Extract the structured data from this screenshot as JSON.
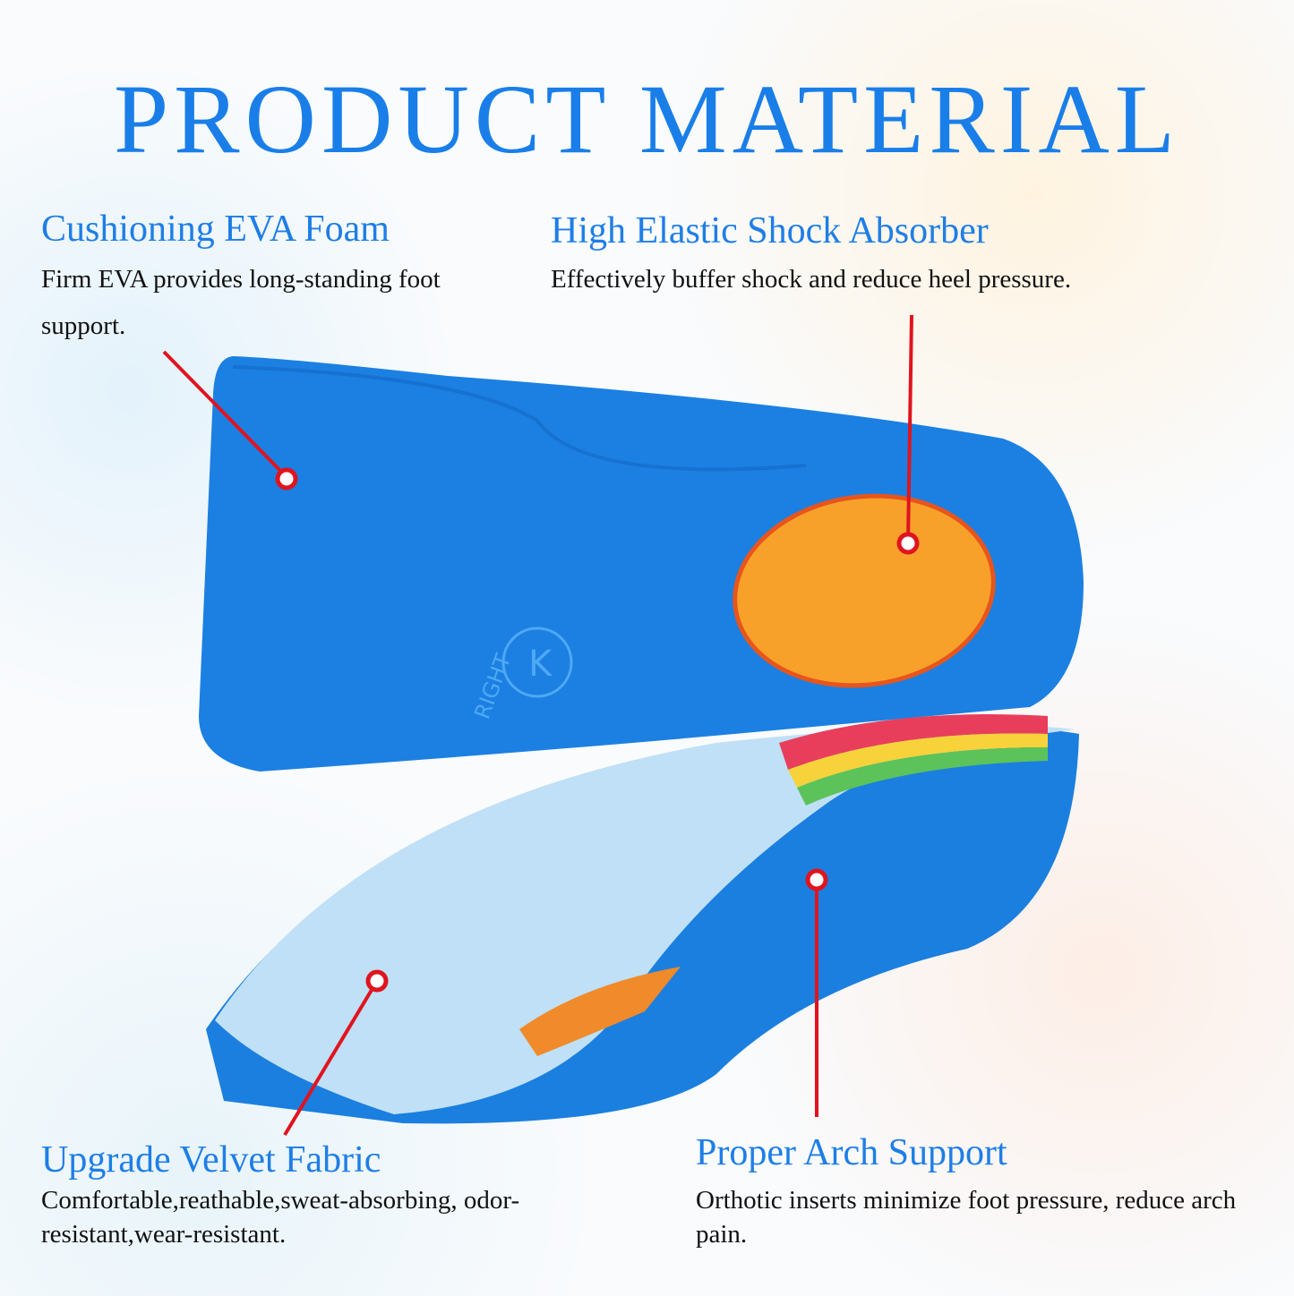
{
  "title": "PRODUCT MATERIAL",
  "features": [
    {
      "heading": "Cushioning EVA Foam",
      "text": "Firm EVA provides long-standing foot support."
    },
    {
      "heading": "High Elastic Shock Absorber",
      "text": "Effectively buffer shock and reduce heel pressure."
    },
    {
      "heading": "Upgrade Velvet Fabric",
      "text": "Comfortable,reathable,sweat-absorbing, odor-resistant,wear-resistant."
    },
    {
      "heading": "Proper Arch Support",
      "text": "Orthotic inserts minimize foot pressure, reduce arch pain."
    }
  ],
  "insole_marking": {
    "side": "RIGHT",
    "logo": "K"
  },
  "colors": {
    "accent": "#1e7ee6",
    "insole": "#1a7fe0",
    "pad": "#f6a02a",
    "callout": "#e0141e"
  }
}
